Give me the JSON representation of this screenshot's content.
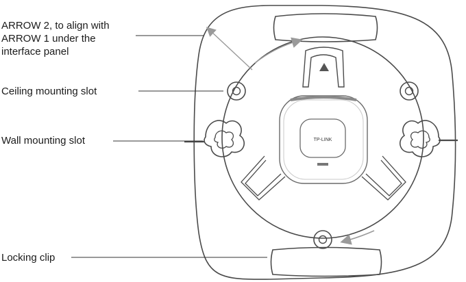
{
  "callouts": {
    "arrow_alignment": {
      "line1": "ARROW 2, to align with",
      "line2": "ARROW 1 under the",
      "line3": "interface panel"
    },
    "ceiling_slot": "Ceiling mounting slot",
    "wall_slot": "Wall mounting slot",
    "locking_clip": "Locking clip"
  },
  "device": {
    "brand": "TP-LINK"
  },
  "colors": {
    "outline": "#4a4a4a",
    "leader_line": "#333333",
    "arrow_gray": "#9a9a9a",
    "led_band": "#8a8a8a"
  }
}
